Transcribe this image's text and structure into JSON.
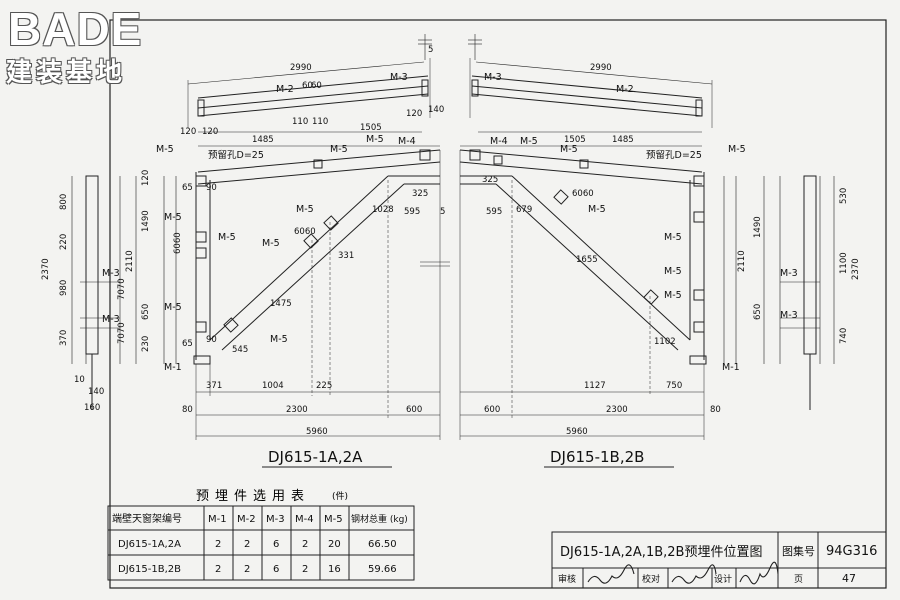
{
  "brand": {
    "name_en": "BADE",
    "name_cn": "建装基地"
  },
  "left_view": {
    "caption": "DJ615-1A,2A",
    "top_chord_len": "2990",
    "top_chord_dims": {
      "a": "110",
      "b": "110",
      "c": "120",
      "d": "140",
      "e": "120",
      "f": "120",
      "g": "60",
      "h": "60"
    },
    "mid_dims": {
      "left": "1485",
      "right": "1505"
    },
    "hole": "预留孔D=25",
    "dims_right": {
      "v65": "65",
      "v90": "90",
      "v120": "120",
      "v325": "325",
      "v595": "595",
      "v5": "5"
    },
    "post_heights": {
      "h800": "800",
      "h220": "220",
      "h980": "980",
      "h370": "370",
      "h2370": "2370",
      "h1490": "1490",
      "h2110": "2110",
      "h650": "650",
      "h230": "230",
      "h140": "140"
    },
    "pair_dims": {
      "p6060": "6060",
      "p60": "60",
      "p7070": "7070",
      "p70": "70"
    },
    "diag_dims": {
      "d1028": "1028",
      "d1475": "1475",
      "d331": "331",
      "d545": "545"
    },
    "bottom_dims": {
      "b371": "371",
      "b1004": "1004",
      "b225": "225",
      "b80": "80",
      "b2300": "2300",
      "b600": "600",
      "b5960": "5960",
      "b10": "10",
      "b140": "140",
      "b160": "160"
    },
    "marks": {
      "m1": "M-1",
      "m2": "M-2",
      "m3": "M-3",
      "m4": "M-4",
      "m5": "M-5"
    }
  },
  "right_view": {
    "caption": "DJ615-1B,2B",
    "top_chord_len": "2990",
    "mid_dims": {
      "left": "1505",
      "right": "1485"
    },
    "hole": "预留孔D=25",
    "post_heights": {
      "h530": "530",
      "h1100": "1100",
      "h2370": "2370",
      "h1490": "1490",
      "h2110": "2110",
      "h740": "740",
      "h650": "650"
    },
    "diag_dims": {
      "d679": "679",
      "d1655": "1655",
      "d1102": "1102"
    },
    "bottom_dims": {
      "b1127": "1127",
      "b750": "750",
      "b600": "600",
      "b2300": "2300",
      "b5960": "5960",
      "b80": "80"
    }
  },
  "table": {
    "title": "预埋件选用表",
    "unit": "(件)",
    "headers": [
      "端壁天窗架编号",
      "M-1",
      "M-2",
      "M-3",
      "M-4",
      "M-5",
      "钢材总重 (kg)"
    ],
    "rows": [
      [
        "DJ615-1A,2A",
        "2",
        "2",
        "6",
        "2",
        "20",
        "66.50"
      ],
      [
        "DJ615-1B,2B",
        "2",
        "2",
        "6",
        "2",
        "16",
        "59.66"
      ]
    ]
  },
  "titleblock": {
    "drawing_title": "DJ615-1A,2A,1B,2B预埋件位置图",
    "atlas_label": "图集号",
    "atlas_no": "94G316",
    "review_label": "审核",
    "check_label": "校对",
    "design_label": "设计",
    "page_label": "页",
    "page_no": "47"
  }
}
